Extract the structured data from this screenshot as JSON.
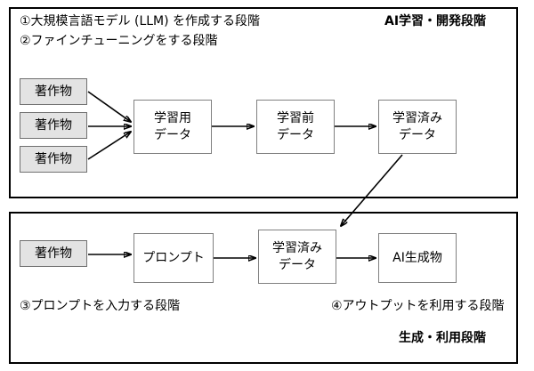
{
  "diagram": {
    "sections": {
      "learning": {
        "stage_1": "①大規模言語モデル (LLM) を作成する段階",
        "stage_2": "②ファインチューニングをする段階",
        "phase_label": "AI学習・開発段階"
      },
      "usage": {
        "stage_3": "③プロンプトを入力する段階",
        "stage_4": "④アウトプットを利用する段階",
        "phase_label": "生成・利用段階"
      }
    },
    "nodes": {
      "work_1": {
        "line1": "著作物"
      },
      "work_2": {
        "line1": "著作物"
      },
      "work_3": {
        "line1": "著作物"
      },
      "work_4": {
        "line1": "著作物"
      },
      "training_data": {
        "line1": "学習用",
        "line2": "データ"
      },
      "pretrain_data": {
        "line1": "学習前",
        "line2": "データ"
      },
      "trained_data_upper": {
        "line1": "学習済み",
        "line2": "データ"
      },
      "prompt": {
        "line1": "プロンプト"
      },
      "trained_data_lower": {
        "line1": "学習済み",
        "line2": "データ"
      },
      "ai_output": {
        "line1": "AI生成物"
      }
    },
    "colors": {
      "work_fill": "#e3e3e3",
      "node_border": "#808080",
      "frame_border": "#000000",
      "arrow": "#000000",
      "background": "#ffffff"
    }
  }
}
